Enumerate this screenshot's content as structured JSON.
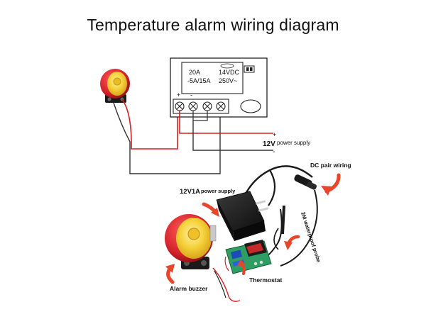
{
  "title": "Temperature alarm wiring diagram",
  "relay": {
    "rating_left_1": "20A",
    "rating_left_2": "-5A/15A",
    "rating_right_1": "14VDC",
    "rating_right_2": "250V~"
  },
  "terminals": {
    "plus": "+",
    "minus": "-"
  },
  "supply_top": {
    "voltage": "12V",
    "text": "power supply",
    "plus": "+",
    "minus": "-"
  },
  "photo_labels": {
    "dc_pair": "DC pair wiring",
    "supply": "12V1A",
    "supply_text": "power supply",
    "probe": "2M waterproof probe",
    "thermostat": "Thermostat",
    "buzzer": "Alarm buzzer"
  },
  "colors": {
    "wire_red": "#d42020",
    "wire_black": "#333333",
    "buzzer_red": "#d21f28",
    "buzzer_yellow": "#f3cd2e",
    "arrow_red": "#e8452a",
    "adapter": "#1e1e1e",
    "board_green": "#2f9e63"
  },
  "icons": [
    "buzzer-icon",
    "power-adapter-icon",
    "thermostat-module-icon",
    "curved-arrow-icon"
  ]
}
